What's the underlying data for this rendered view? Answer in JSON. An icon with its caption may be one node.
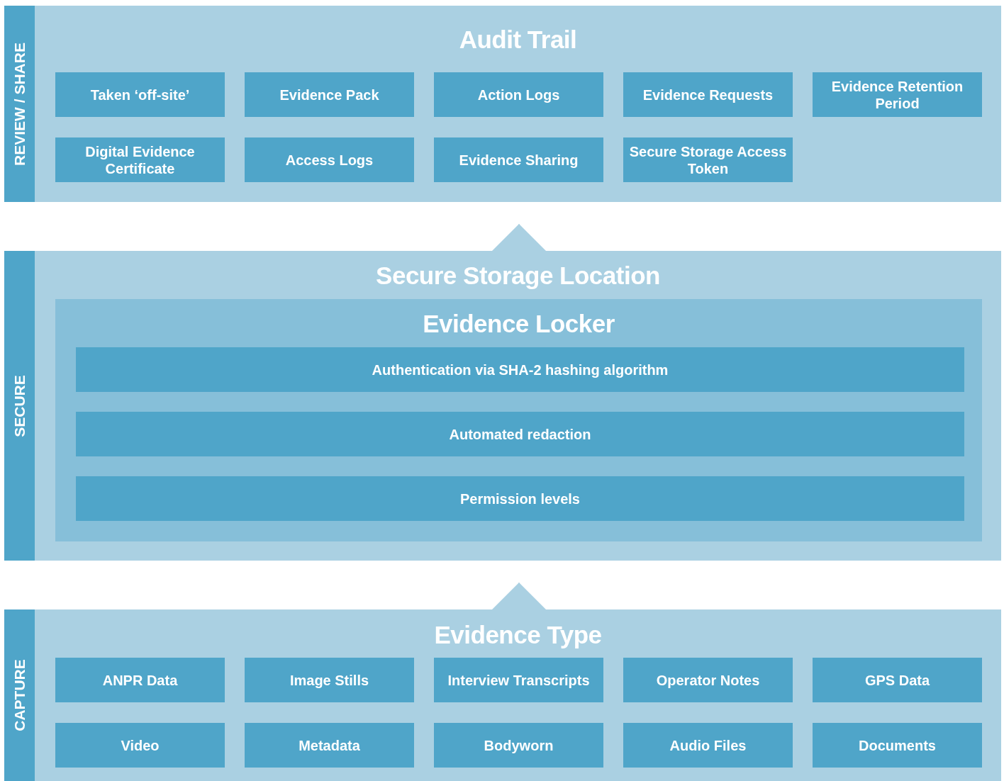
{
  "diagram": {
    "nodes": [
      {
        "text": [
          "REVIEW / SHARE"
        ]
      },
      {
        "text": [
          "Audit Trail"
        ]
      },
      {
        "text": [
          "Taken ‘off-site’"
        ],
        "in": 1
      },
      {
        "text": [
          "Evidence Pack"
        ],
        "in": 1
      },
      {
        "text": [
          "Action Logs"
        ],
        "in": 1
      },
      {
        "text": [
          "Evidence Requests"
        ],
        "in": 1
      },
      {
        "text": [
          "Evidence Retention Period"
        ],
        "in": 1
      },
      {
        "text": [
          "Digital Evidence Certificate"
        ],
        "in": 1
      },
      {
        "text": [
          "Access Logs"
        ],
        "in": 1
      },
      {
        "text": [
          "Evidence Sharing"
        ],
        "in": 1
      },
      {
        "text": [
          "Secure Storage Access Token"
        ],
        "in": 1
      },
      {
        "text": [
          "SECURE"
        ]
      },
      {
        "text": [
          "Secure Storage Location"
        ]
      },
      {
        "text": [
          "Evidence Locker"
        ],
        "in": 12
      },
      {
        "text": [
          "Authentication via SHA-2 hashing algorithm"
        ],
        "in": 13
      },
      {
        "text": [
          "Automated redaction"
        ],
        "in": 13
      },
      {
        "text": [
          "Permission levels"
        ],
        "in": 13
      },
      {
        "text": [
          "CAPTURE"
        ]
      },
      {
        "text": [
          "Evidence Type"
        ]
      },
      {
        "text": [
          "ANPR Data"
        ],
        "in": 18
      },
      {
        "text": [
          "Image Stills"
        ],
        "in": 18
      },
      {
        "text": [
          "Interview Transcripts"
        ],
        "in": 18
      },
      {
        "text": [
          "Operator Notes"
        ],
        "in": 18
      },
      {
        "text": [
          "GPS Data"
        ],
        "in": 18
      },
      {
        "text": [
          "Video"
        ],
        "in": 18
      },
      {
        "text": [
          "Metadata"
        ],
        "in": 18
      },
      {
        "text": [
          "Bodyworn"
        ],
        "in": 18
      },
      {
        "text": [
          "Audio Files"
        ],
        "in": 18
      },
      {
        "text": [
          "Documents"
        ],
        "in": 18
      }
    ],
    "edges": [
      {
        "from": 12,
        "to": 1,
        "arrow": "to"
      },
      {
        "from": 18,
        "to": 12,
        "arrow": "to"
      }
    ]
  }
}
